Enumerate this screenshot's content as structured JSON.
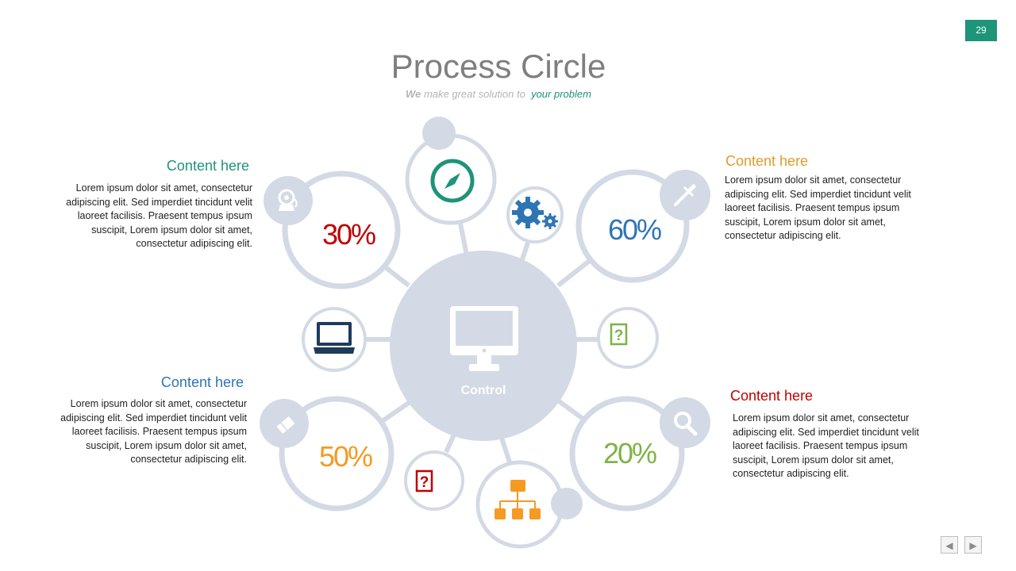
{
  "page_number": "29",
  "title": "Process Circle",
  "subtitle": {
    "lead": "We",
    "middle": "make great solution to",
    "highlight": "your problem"
  },
  "center_label": "Control",
  "colors": {
    "circle": "#d3dae5",
    "accent_green": "#1e9479",
    "red": "#c00000",
    "blue": "#2e75b6",
    "orange": "#f59a23",
    "lime": "#7db347",
    "gold": "#e29b2a",
    "heading_teal": "#1e9479",
    "heading_blue": "#2e75b6",
    "heading_red": "#c00000"
  },
  "percentages": {
    "top_left": "30%",
    "top_right": "60%",
    "bottom_left": "50%",
    "bottom_right": "20%"
  },
  "blocks": {
    "top_left": {
      "heading": "Content here",
      "text": [
        "Lorem ipsum dolor sit amet, consectetur",
        "adipiscing elit. Sed imperdiet tincidunt velit",
        "laoreet facilisis. Praesent tempus ipsum",
        "suscipit, Lorem ipsum dolor sit amet,",
        "consectetur adipiscing elit."
      ]
    },
    "top_right": {
      "heading": "Content here",
      "text": [
        "Lorem ipsum dolor sit amet, consectetur",
        "adipiscing elit. Sed imperdiet tincidunt velit",
        "laoreet facilisis. Praesent tempus ipsum",
        "suscipit, Lorem ipsum dolor sit amet,",
        "consectetur adipiscing elit."
      ]
    },
    "bottom_left": {
      "heading": "Content here",
      "text": [
        "Lorem ipsum dolor sit amet, consectetur",
        "adipiscing elit. Sed imperdiet tincidunt velit",
        "laoreet facilisis. Praesent tempus ipsum",
        "suscipit, Lorem ipsum dolor sit amet,",
        "consectetur adipiscing elit."
      ]
    },
    "bottom_right": {
      "heading": "Content here",
      "text": [
        "Lorem ipsum dolor sit amet, consectetur",
        "adipiscing elit. Sed imperdiet tincidunt velit",
        "laoreet facilisis. Praesent tempus ipsum",
        "suscipit, Lorem ipsum dolor sit amet,",
        "consectetur adipiscing elit."
      ]
    }
  },
  "icons": [
    "webcam-icon",
    "compass-icon",
    "gears-icon",
    "pipette-icon",
    "laptop-icon",
    "monitor-icon",
    "help-icon",
    "eraser-icon",
    "org-chart-icon",
    "magnifier-icon"
  ],
  "nav": {
    "prev": "◀",
    "next": "▶"
  }
}
